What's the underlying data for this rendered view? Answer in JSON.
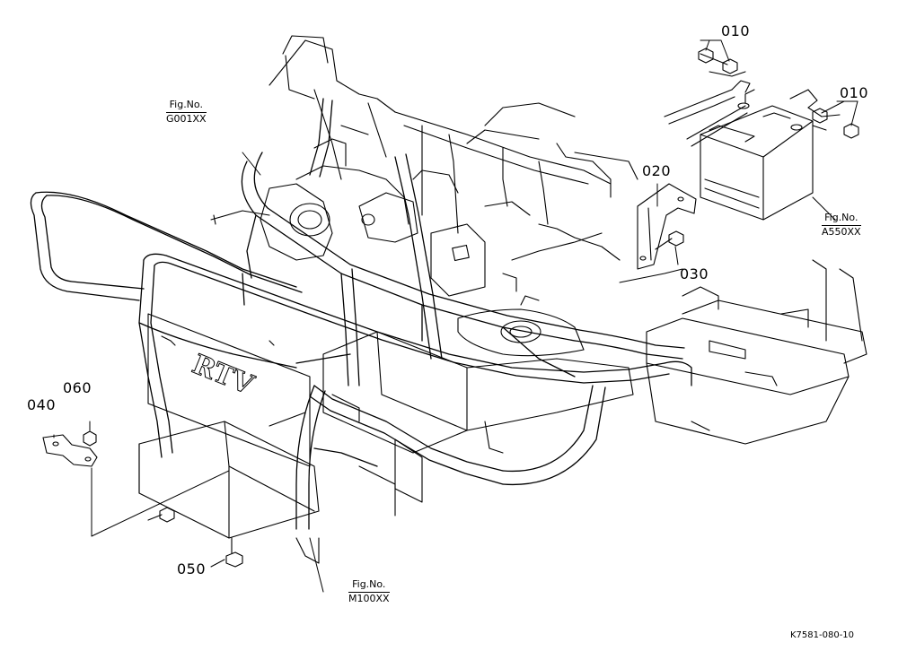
{
  "drawing_code": "K7581-080-10",
  "parts": {
    "p010_a": "010",
    "p010_b": "010",
    "p020": "020",
    "p030": "030",
    "p040": "040",
    "p050": "050",
    "p060": "060"
  },
  "fig_refs": {
    "g001": {
      "prefix": "Fig.No.",
      "code": "G001XX"
    },
    "a550": {
      "prefix": "Fig.No.",
      "code": "A550XX"
    },
    "m100": {
      "prefix": "Fig.No.",
      "code": "M100XX"
    }
  },
  "emblem": "RTV"
}
